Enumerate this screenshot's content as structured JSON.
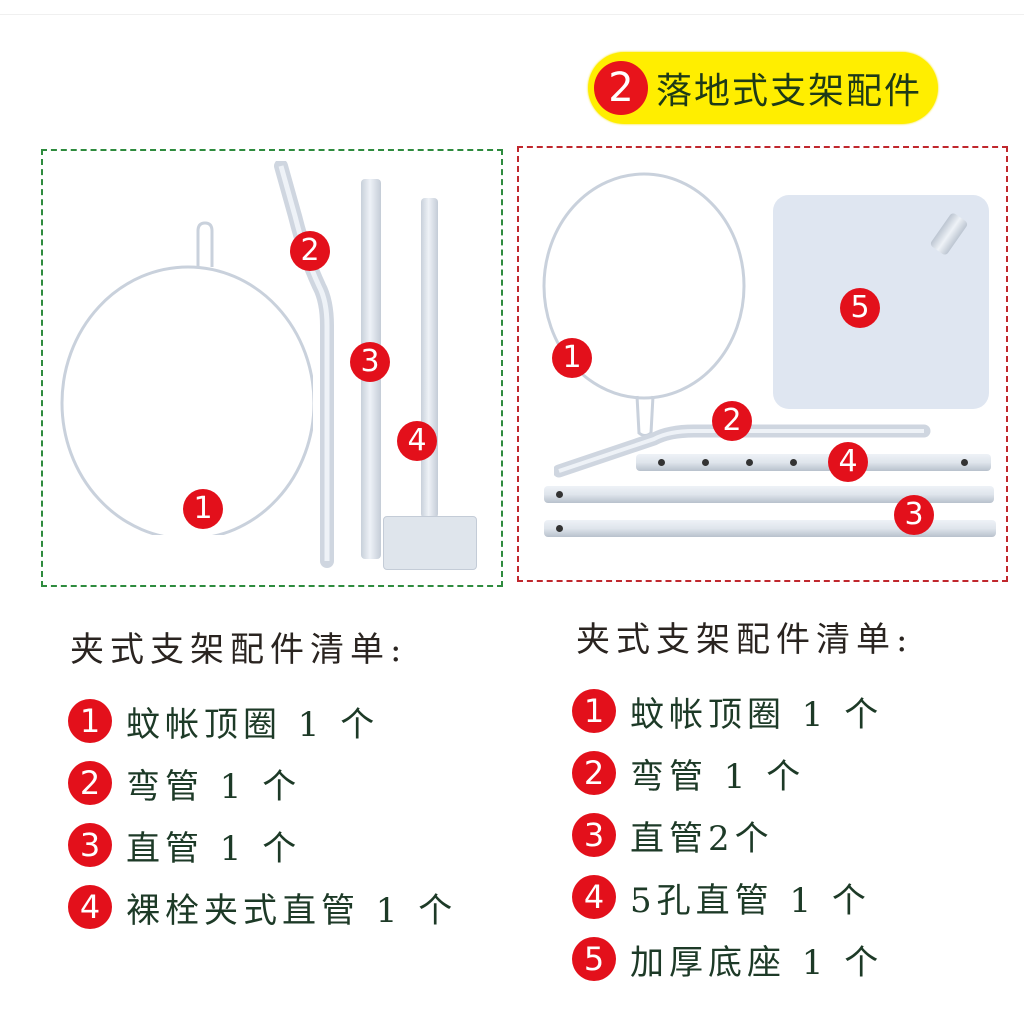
{
  "header": {
    "badge_number": "2",
    "title": "落地式支架配件",
    "pill_color": "#ffee00",
    "badge_color": "#e8141b"
  },
  "left_panel": {
    "border_color": "#2e8b3e",
    "part_labels": [
      "1",
      "2",
      "3",
      "4"
    ]
  },
  "right_panel": {
    "border_color": "#c0272d",
    "part_labels": [
      "1",
      "2",
      "3",
      "4",
      "5"
    ]
  },
  "left_list": {
    "title": "夹式支架配件清单:",
    "items": [
      {
        "num": "1",
        "text": "蚊帐顶圈 1 个"
      },
      {
        "num": "2",
        "text": "弯管 1 个"
      },
      {
        "num": "3",
        "text": "直管 1 个"
      },
      {
        "num": "4",
        "text": "裸栓夹式直管 1 个"
      }
    ]
  },
  "right_list": {
    "title": "夹式支架配件清单:",
    "items": [
      {
        "num": "1",
        "text": "蚊帐顶圈 1 个"
      },
      {
        "num": "2",
        "text": "弯管 1 个"
      },
      {
        "num": "3",
        "text": "直管2个"
      },
      {
        "num": "4",
        "text": "5孔直管 1 个"
      },
      {
        "num": "5",
        "text": "加厚底座 1 个"
      }
    ]
  }
}
